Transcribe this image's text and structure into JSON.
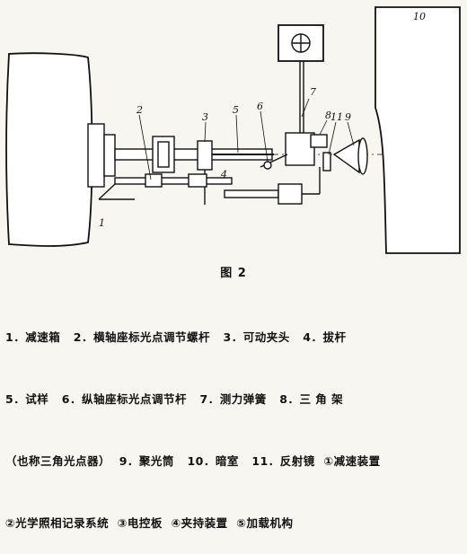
{
  "figure": {
    "callouts": [
      "1",
      "2",
      "3",
      "4",
      "5",
      "6",
      "7",
      "8",
      "9",
      "10",
      "11"
    ]
  },
  "caption": {
    "title": "图 2",
    "legend_lines": [
      "1．减速箱   2．横轴座标光点调节螺杆   3．可动夹头   4．拔杆",
      "5．试样   6．纵轴座标光点调节杆   7．测力弹簧   8．三 角 架",
      "（也称三角光点器）  9．聚光筒   10．暗室   11．反射镜  ①减速装置",
      "②光学照相记录系统  ③电控板  ④夹持装置  ⑤加载机构"
    ]
  }
}
